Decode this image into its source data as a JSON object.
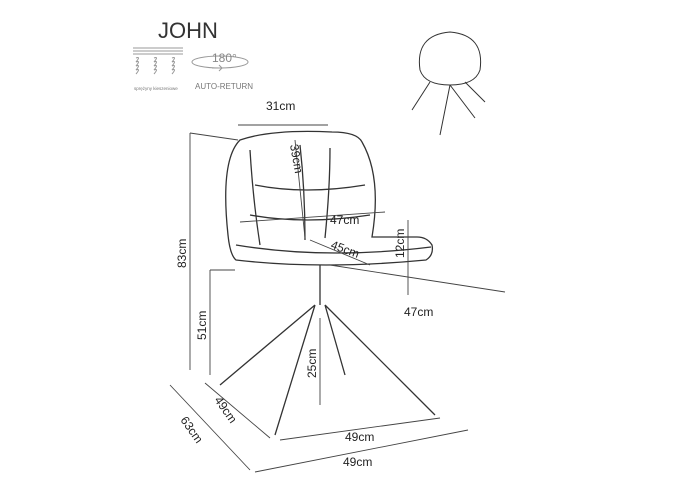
{
  "product_name": "JOHN",
  "features": {
    "springs_label": "sprężyny kieszeniowe",
    "rotation_degrees": "180°",
    "rotation_label": "AUTO-RETURN"
  },
  "dimensions": {
    "backrest_top_width": "31cm",
    "backrest_height": "39cm",
    "backrest_width": "47cm",
    "seat_depth": "45cm",
    "armrest_height": "12cm",
    "total_height": "83cm",
    "seat_height": "51cm",
    "seat_width": "47cm",
    "leg_height": "25cm",
    "base_depth": "49cm",
    "total_depth": "63cm",
    "base_width": "49cm",
    "total_width": "49cm"
  }
}
